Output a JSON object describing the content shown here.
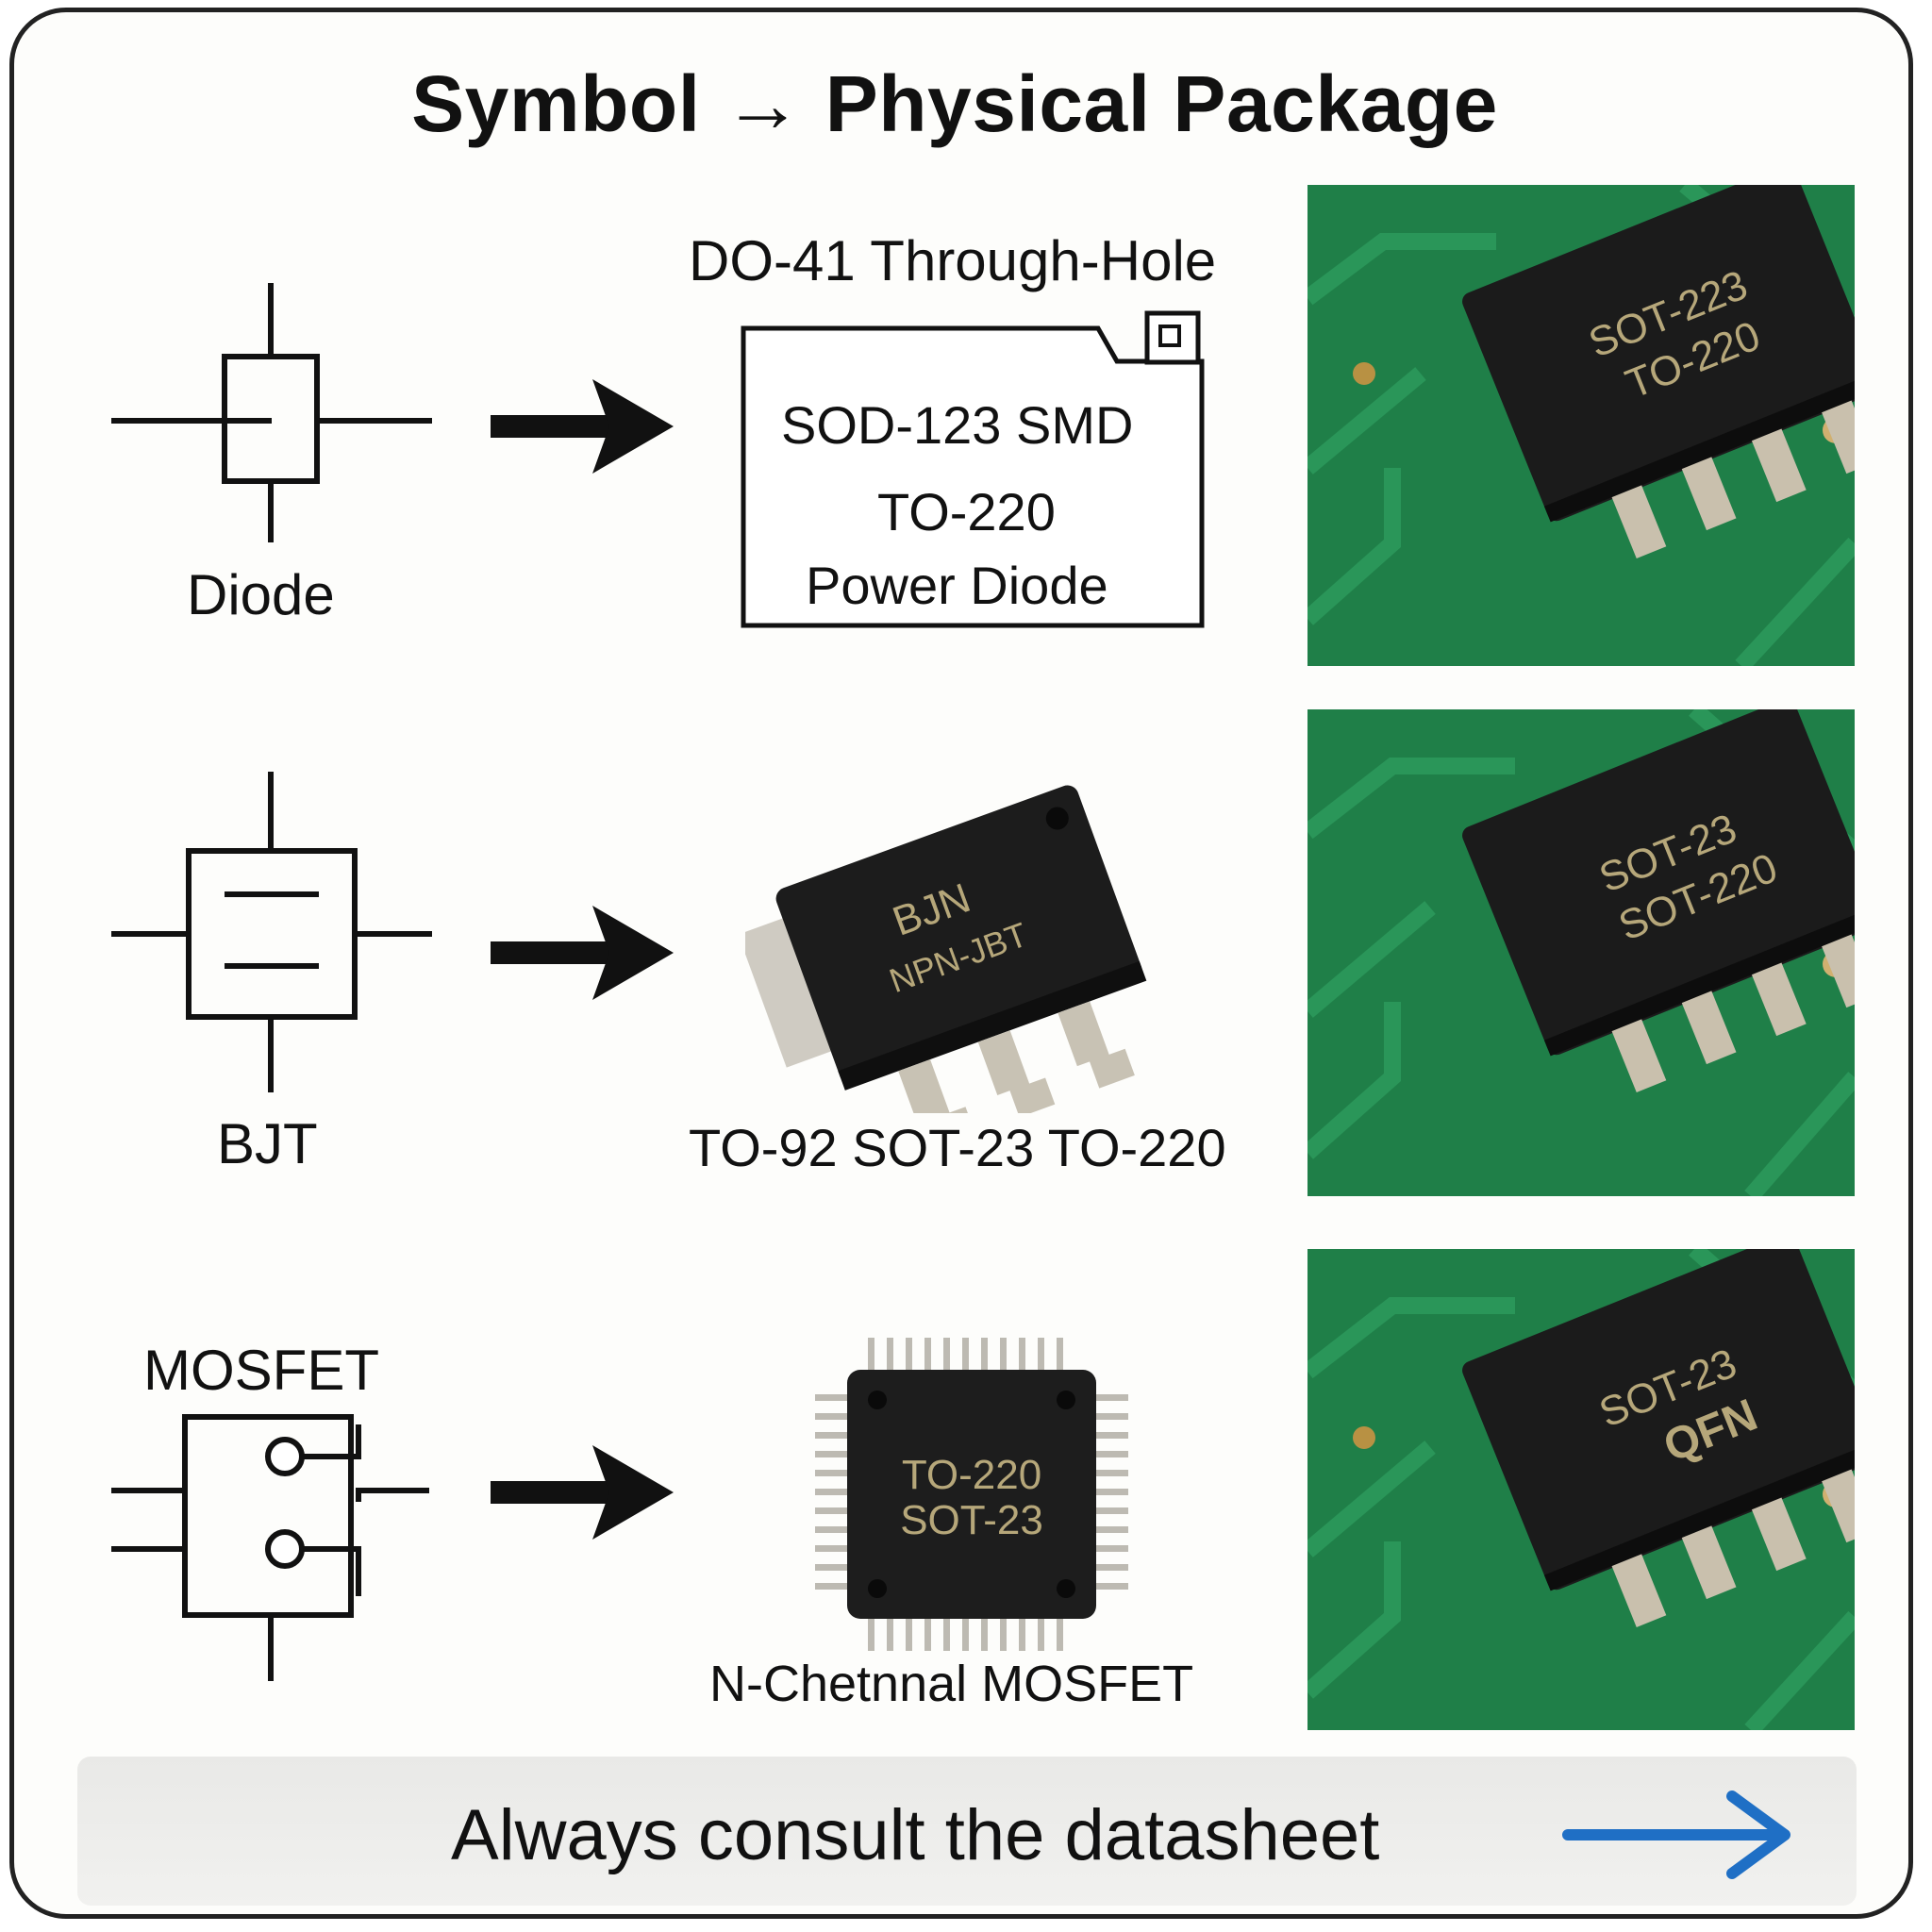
{
  "title": "Symbol → Physical Package",
  "rows": [
    {
      "symbol_label": "Diode",
      "package": {
        "heading": "DO-41 Through-Hole",
        "lines": [
          "SOD-123 SMD",
          "TO-220",
          "Power Diode"
        ]
      },
      "photo_chip": [
        "SOT-223",
        "TO-220"
      ]
    },
    {
      "symbol_label": "BJT",
      "package": {
        "chip_lines": [
          "BJN",
          "NPN-JBT"
        ],
        "caption": "TO-92 SOT-23  TO-220"
      },
      "photo_chip": [
        "SOT-23",
        "SOT-220"
      ]
    },
    {
      "symbol_label": "MOSFET",
      "package": {
        "chip_lines": [
          "TO-220",
          "SOT-23"
        ],
        "caption": "N-Chetnnal MOSFET"
      },
      "photo_chip": [
        "SOT-23",
        "QFN"
      ]
    }
  ],
  "footer": {
    "text": "Always consult the datasheet",
    "arrow_color": "#1f6fc5"
  }
}
